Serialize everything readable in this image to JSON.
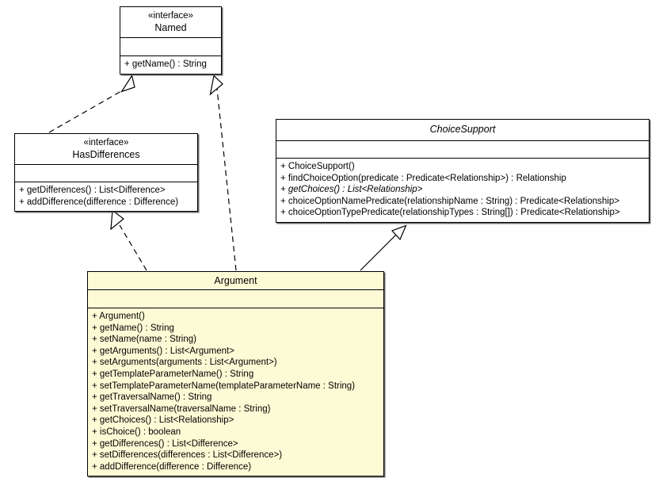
{
  "diagram": {
    "title": "UML class diagram",
    "background_color": "#ffffff",
    "highlight_fill": "#fdfbd5",
    "line_color": "#000000"
  },
  "classes": [
    {
      "id": "named",
      "name": "Named",
      "stereotype": "«interface»",
      "abstract": false,
      "filled": false,
      "attributes": [],
      "operations": [
        {
          "text": "+ getName() : String",
          "abstract": false
        }
      ]
    },
    {
      "id": "hasdifferences",
      "name": "HasDifferences",
      "stereotype": "«interface»",
      "abstract": false,
      "filled": false,
      "attributes": [],
      "operations": [
        {
          "text": "+ getDifferences() : List<Difference>",
          "abstract": false
        },
        {
          "text": "+ addDifference(difference : Difference)",
          "abstract": false
        }
      ]
    },
    {
      "id": "choicesupport",
      "name": "ChoiceSupport",
      "stereotype": "",
      "abstract": true,
      "filled": false,
      "attributes": [],
      "operations": [
        {
          "text": "+ ChoiceSupport()",
          "abstract": false
        },
        {
          "text": "+ findChoiceOption(predicate : Predicate<Relationship>) : Relationship",
          "abstract": false
        },
        {
          "text": "+ getChoices() : List<Relationship>",
          "abstract": true
        },
        {
          "text": "+ choiceOptionNamePredicate(relationshipName : String) : Predicate<Relationship>",
          "abstract": false
        },
        {
          "text": "+ choiceOptionTypePredicate(relationshipTypes : String[]) : Predicate<Relationship>",
          "abstract": false
        }
      ]
    },
    {
      "id": "argument",
      "name": "Argument",
      "stereotype": "",
      "abstract": false,
      "filled": true,
      "attributes": [],
      "operations": [
        {
          "text": "+ Argument()",
          "abstract": false
        },
        {
          "text": "+ getName() : String",
          "abstract": false
        },
        {
          "text": "+ setName(name : String)",
          "abstract": false
        },
        {
          "text": "+ getArguments() : List<Argument>",
          "abstract": false
        },
        {
          "text": "+ setArguments(arguments : List<Argument>)",
          "abstract": false
        },
        {
          "text": "+ getTemplateParameterName() : String",
          "abstract": false
        },
        {
          "text": "+ setTemplateParameterName(templateParameterName : String)",
          "abstract": false
        },
        {
          "text": "+ getTraversalName() : String",
          "abstract": false
        },
        {
          "text": "+ setTraversalName(traversalName : String)",
          "abstract": false
        },
        {
          "text": "+ getChoices() : List<Relationship>",
          "abstract": false
        },
        {
          "text": "+ isChoice() : boolean",
          "abstract": false
        },
        {
          "text": "+ getDifferences() : List<Difference>",
          "abstract": false
        },
        {
          "text": "+ setDifferences(differences : List<Difference>)",
          "abstract": false
        },
        {
          "text": "+ addDifference(difference : Difference)",
          "abstract": false
        }
      ]
    }
  ],
  "relationships": [
    {
      "id": "hasdifferences-realizes-named",
      "type": "realization",
      "from": "hasdifferences",
      "to": "named",
      "style": "dashed",
      "arrowhead": "hollow-triangle"
    },
    {
      "id": "argument-realizes-named",
      "type": "realization",
      "from": "argument",
      "to": "named",
      "style": "dashed",
      "arrowhead": "hollow-triangle"
    },
    {
      "id": "argument-realizes-hasdifferences",
      "type": "realization",
      "from": "argument",
      "to": "hasdifferences",
      "style": "dashed",
      "arrowhead": "hollow-triangle"
    },
    {
      "id": "argument-extends-choicesupport",
      "type": "generalization",
      "from": "argument",
      "to": "choicesupport",
      "style": "solid",
      "arrowhead": "hollow-triangle"
    }
  ]
}
